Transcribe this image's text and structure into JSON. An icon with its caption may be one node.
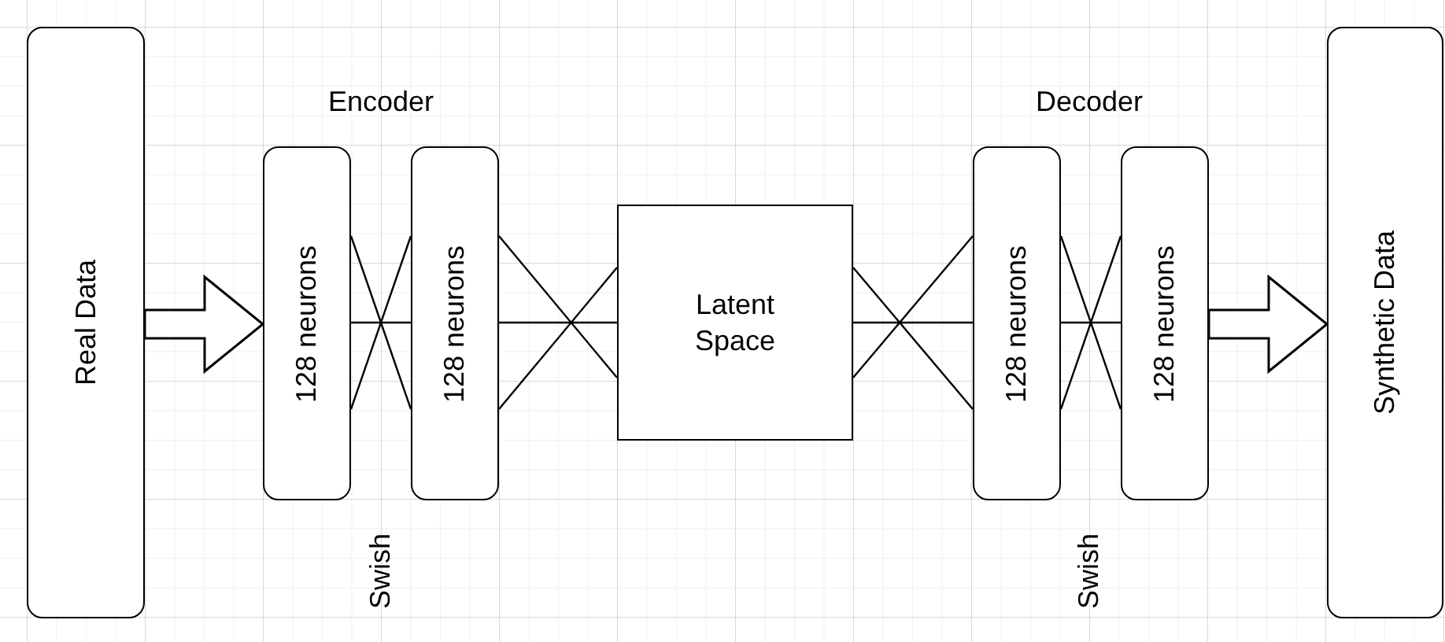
{
  "diagram": {
    "nodes": [
      {
        "text": [
          "Real Data"
        ]
      },
      {
        "text": [
          "128 neurons"
        ]
      },
      {
        "text": [
          "128 neurons"
        ]
      },
      {
        "text": [
          "Latent Space"
        ]
      },
      {
        "text": [
          "128 neurons"
        ]
      },
      {
        "text": [
          "128 neurons"
        ]
      },
      {
        "text": [
          "Synthetic Data"
        ]
      }
    ],
    "edges": [
      {
        "from": 0,
        "to": 1,
        "arrow": "to",
        "style": "thick"
      },
      {
        "from": 1,
        "to": 2,
        "arrow": "none"
      },
      {
        "from": 1,
        "to": 2,
        "arrow": "none"
      },
      {
        "from": 1,
        "to": 2,
        "arrow": "none"
      },
      {
        "from": 2,
        "to": 3,
        "arrow": "none"
      },
      {
        "from": 2,
        "to": 3,
        "arrow": "none"
      },
      {
        "from": 2,
        "to": 3,
        "arrow": "none"
      },
      {
        "from": 3,
        "to": 4,
        "arrow": "none"
      },
      {
        "from": 3,
        "to": 4,
        "arrow": "none"
      },
      {
        "from": 3,
        "to": 4,
        "arrow": "none"
      },
      {
        "from": 4,
        "to": 5,
        "arrow": "none"
      },
      {
        "from": 4,
        "to": 5,
        "arrow": "none"
      },
      {
        "from": 4,
        "to": 5,
        "arrow": "none"
      },
      {
        "from": 5,
        "to": 6,
        "arrow": "to",
        "style": "thick"
      }
    ],
    "labels": [
      "Encoder",
      "Decoder",
      "Swish",
      "Swish"
    ]
  }
}
